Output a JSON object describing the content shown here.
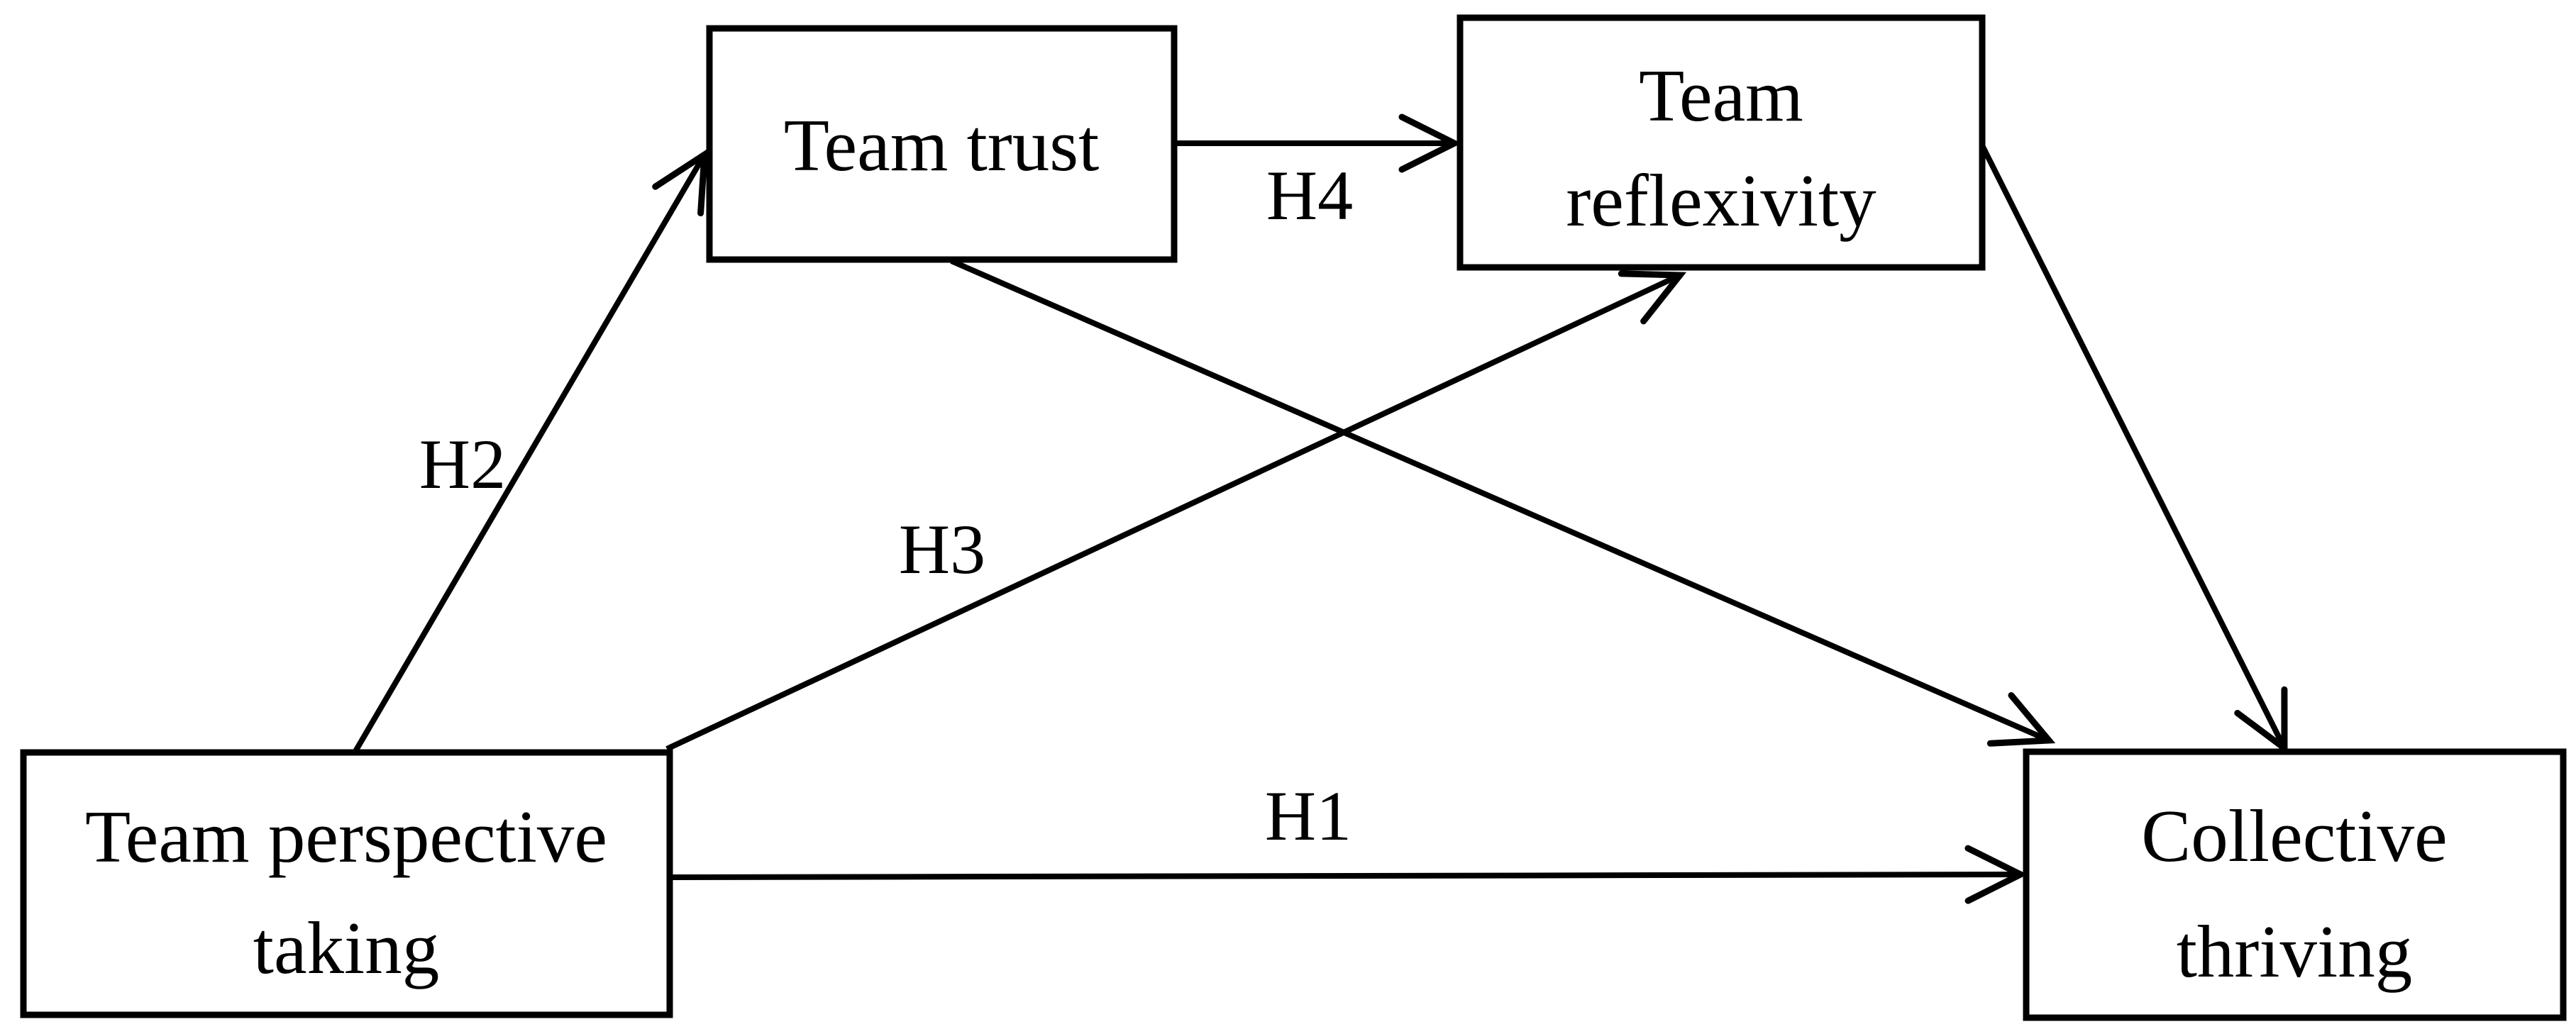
{
  "figure": {
    "type": "hypothesis-path-diagram",
    "background_color": "#ffffff",
    "stroke_color": "#000000",
    "text_color": "#000000",
    "nodes": {
      "team_trust": {
        "label": "Team trust"
      },
      "team_reflexivity": {
        "line1": "Team",
        "line2": "reflexivity"
      },
      "team_perspective_taking": {
        "line1": "Team perspective",
        "line2": "taking"
      },
      "collective_thriving": {
        "line1": "Collective",
        "line2": "thriving"
      }
    },
    "edges": [
      {
        "id": "h1",
        "label": "H1",
        "from": "Team perspective taking",
        "to": "Collective thriving"
      },
      {
        "id": "h2",
        "label": "H2",
        "from": "Team perspective taking",
        "to": "Team trust"
      },
      {
        "id": "h3",
        "label": "H3",
        "from": "Team perspective taking",
        "to": "Team reflexivity"
      },
      {
        "id": "h4",
        "label": "H4",
        "from": "Team trust",
        "to": "Team reflexivity"
      },
      {
        "id": "trust-to-thriving",
        "label": "",
        "from": "Team trust",
        "to": "Collective thriving"
      },
      {
        "id": "reflexivity-to-thriving",
        "label": "",
        "from": "Team reflexivity",
        "to": "Collective thriving"
      }
    ]
  }
}
